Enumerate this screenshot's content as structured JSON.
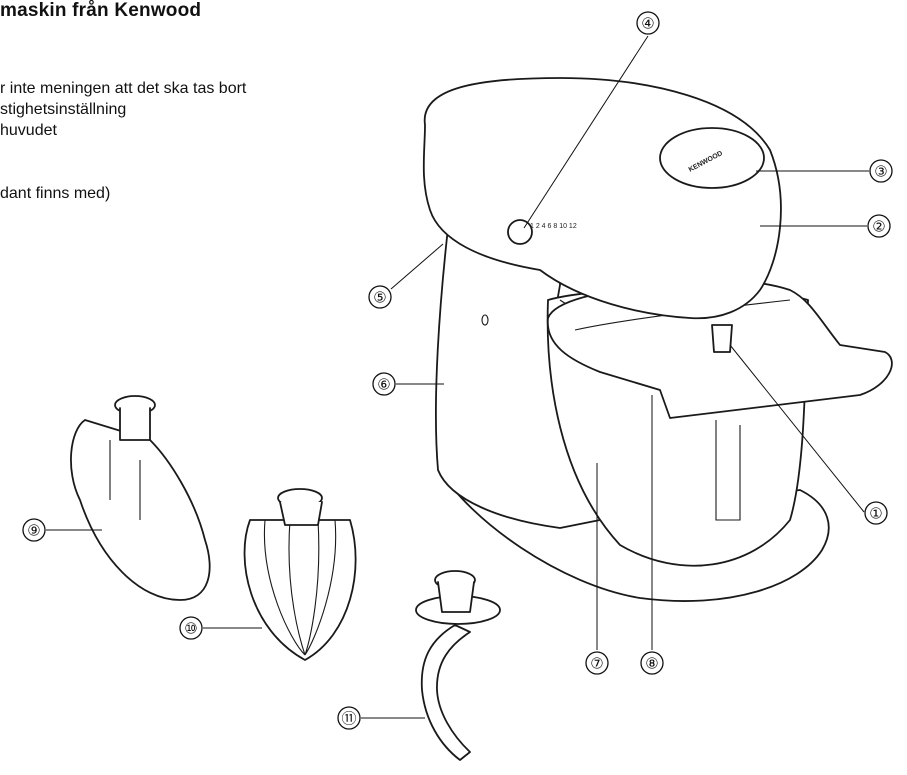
{
  "heading": "maskin från Kenwood",
  "list_lines": [
    "r inte meningen att det ska tas bort",
    "stighetsinställning",
    "huvudet",
    "dant finns med)"
  ],
  "brand_label": "KENWOOD",
  "speed_dial": "1 2 4 6 8 10 12",
  "callouts": [
    "①",
    "②",
    "③",
    "④",
    "⑤",
    "⑥",
    "⑦",
    "⑧",
    "⑨",
    "⑩",
    "⑪"
  ]
}
